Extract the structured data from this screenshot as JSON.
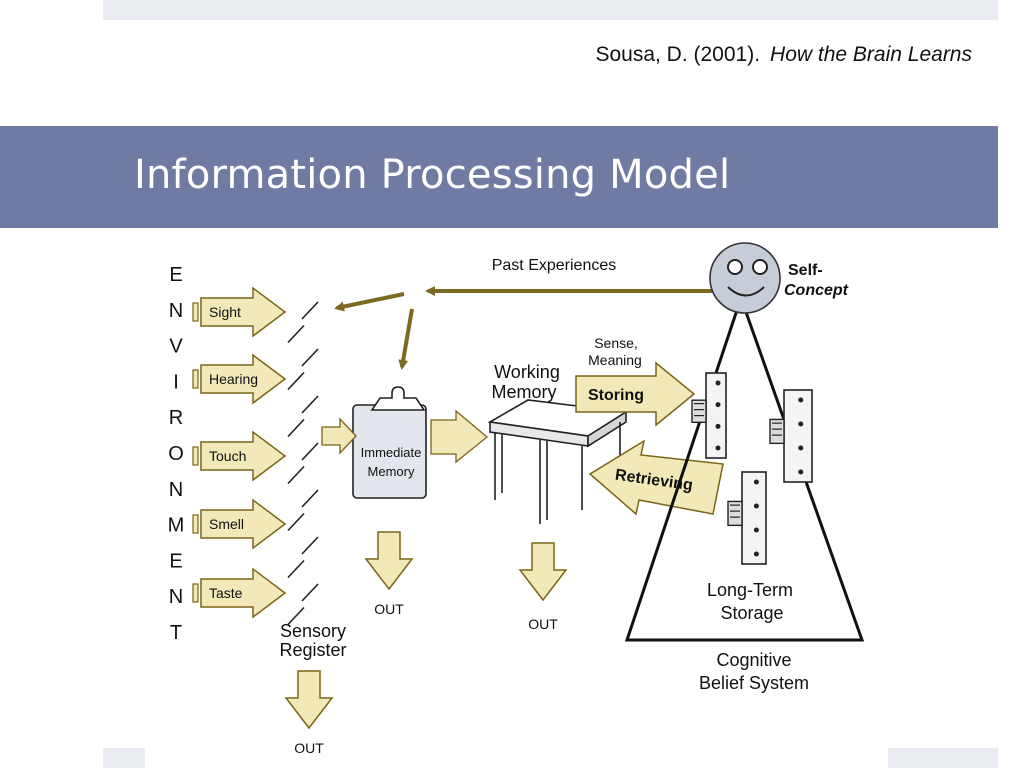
{
  "citation": {
    "author_year": "Sousa, D.  (2001).",
    "book": "How the Brain Learns"
  },
  "slide": {
    "title": "Information Processing Model"
  },
  "diagram": {
    "environment_letters": [
      "E",
      "N",
      "V",
      "I",
      "R",
      "O",
      "N",
      "M",
      "E",
      "N",
      "T"
    ],
    "senses": [
      "Sight",
      "Hearing",
      "Touch",
      "Smell",
      "Taste"
    ],
    "past_experiences": "Past Experiences",
    "self_concept_line1": "Self-",
    "self_concept_line2": "Concept",
    "immediate_line1": "Immediate",
    "immediate_line2": "Memory",
    "working_line1": "Working",
    "working_line2": "Memory",
    "sense_line1": "Sense,",
    "sense_line2": "Meaning",
    "storing": "Storing",
    "retrieving": "Retrieving",
    "long_term_line1": "Long-Term",
    "long_term_line2": "Storage",
    "sensory_line1": "Sensory",
    "sensory_line2": "Register",
    "cognitive_line1": "Cognitive",
    "cognitive_line2": "Belief System",
    "out_label": "OUT"
  },
  "colors": {
    "title_band": "#6f7ba2",
    "arrow_fill": "#f2e8b8",
    "arrow_stroke": "#7a6418",
    "feedback_arrow": "#7d6a22"
  }
}
